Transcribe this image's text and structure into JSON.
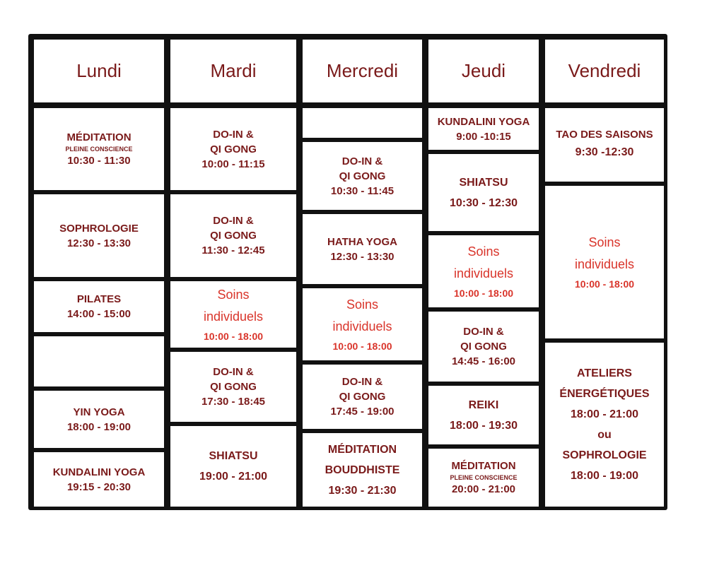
{
  "days": [
    "Lundi",
    "Mardi",
    "Mercredi",
    "Jeudi",
    "Vendredi"
  ],
  "colors": {
    "text": "#7a1a1a",
    "soins": "#d9342a",
    "border": "#111111"
  },
  "columns": [
    [
      {
        "lines": [
          {
            "t": "MÉDITATION",
            "s": "l"
          },
          {
            "t": "PLEINE CONSCIENCE",
            "s": "sub"
          },
          {
            "t": "10:30 - 11:30",
            "s": "l"
          }
        ]
      },
      {
        "lines": [
          {
            "t": "SOPHROLOGIE",
            "s": "l"
          },
          {
            "t": "12:30 - 13:30",
            "s": "l"
          }
        ]
      },
      {
        "lines": [
          {
            "t": "PILATES",
            "s": "l"
          },
          {
            "t": "14:00 - 15:00",
            "s": "l"
          }
        ]
      },
      {
        "lines": []
      },
      {
        "lines": [
          {
            "t": "YIN YOGA",
            "s": "l"
          },
          {
            "t": "18:00 - 19:00",
            "s": "l"
          }
        ]
      },
      {
        "lines": [
          {
            "t": "KUNDALINI  YOGA",
            "s": "l"
          },
          {
            "t": "19:15 - 20:30",
            "s": "l"
          }
        ]
      }
    ],
    [
      {
        "lines": [
          {
            "t": "DO-IN &",
            "s": "l"
          },
          {
            "t": "QI GONG",
            "s": "l"
          },
          {
            "t": "10:00 - 11:15",
            "s": "l"
          }
        ]
      },
      {
        "lines": [
          {
            "t": "DO-IN &",
            "s": "l"
          },
          {
            "t": "QI GONG",
            "s": "l"
          },
          {
            "t": "11:30 - 12:45",
            "s": "l"
          }
        ]
      },
      {
        "lines": [
          {
            "t": "Soins",
            "s": "red"
          },
          {
            "t": "individuels",
            "s": "red"
          },
          {
            "t": "10:00 - 18:00",
            "s": "redt"
          }
        ]
      },
      {
        "lines": [
          {
            "t": "DO-IN &",
            "s": "l"
          },
          {
            "t": "QI GONG",
            "s": "l"
          },
          {
            "t": "17:30 - 18:45",
            "s": "l"
          }
        ]
      },
      {
        "lines": [
          {
            "t": "SHIATSU",
            "s": "big"
          },
          {
            "t": "19:00 - 21:00",
            "s": "big"
          }
        ]
      }
    ],
    [
      {
        "lines": []
      },
      {
        "lines": [
          {
            "t": "DO-IN &",
            "s": "l"
          },
          {
            "t": "QI GONG",
            "s": "l"
          },
          {
            "t": "10:30 - 11:45",
            "s": "l"
          }
        ]
      },
      {
        "lines": [
          {
            "t": "HATHA YOGA",
            "s": "l"
          },
          {
            "t": "12:30 - 13:30",
            "s": "l"
          }
        ]
      },
      {
        "lines": [
          {
            "t": "Soins",
            "s": "red"
          },
          {
            "t": "individuels",
            "s": "red"
          },
          {
            "t": "10:00 - 18:00",
            "s": "redt"
          }
        ]
      },
      {
        "lines": [
          {
            "t": "DO-IN &",
            "s": "l"
          },
          {
            "t": "QI GONG",
            "s": "l"
          },
          {
            "t": "17:45 - 19:00",
            "s": "l"
          }
        ]
      },
      {
        "lines": [
          {
            "t": "MÉDITATION",
            "s": "big"
          },
          {
            "t": "BOUDDHISTE",
            "s": "big"
          },
          {
            "t": "19:30 - 21:30",
            "s": "big"
          }
        ]
      }
    ],
    [
      {
        "lines": [
          {
            "t": "KUNDALINI YOGA",
            "s": "l"
          },
          {
            "t": "9:00 -10:15",
            "s": "l"
          }
        ]
      },
      {
        "lines": [
          {
            "t": "SHIATSU",
            "s": "big"
          },
          {
            "t": "10:30 - 12:30",
            "s": "big"
          }
        ]
      },
      {
        "lines": [
          {
            "t": "Soins",
            "s": "red"
          },
          {
            "t": "individuels",
            "s": "red"
          },
          {
            "t": "10:00 - 18:00",
            "s": "redt"
          }
        ]
      },
      {
        "lines": [
          {
            "t": "DO-IN &",
            "s": "l"
          },
          {
            "t": "QI GONG",
            "s": "l"
          },
          {
            "t": "14:45 - 16:00",
            "s": "l"
          }
        ]
      },
      {
        "lines": [
          {
            "t": "REIKI",
            "s": "big"
          },
          {
            "t": "18:00 - 19:30",
            "s": "big"
          }
        ]
      },
      {
        "lines": [
          {
            "t": "MÉDITATION",
            "s": "l"
          },
          {
            "t": "PLEINE CONSCIENCE",
            "s": "sub"
          },
          {
            "t": "20:00 - 21:00",
            "s": "l"
          }
        ]
      }
    ],
    [
      {
        "lines": [
          {
            "t": "TAO DES SAISONS",
            "s": "l"
          },
          {
            "t": "9:30 -12:30",
            "s": "big"
          }
        ]
      },
      {
        "lines": [
          {
            "t": "Soins",
            "s": "red"
          },
          {
            "t": "individuels",
            "s": "red"
          },
          {
            "t": "10:00 - 18:00",
            "s": "redt"
          }
        ]
      },
      {
        "lines": [
          {
            "t": "ATELIERS",
            "s": "big"
          },
          {
            "t": "ÉNERGÉTIQUES",
            "s": "big"
          },
          {
            "t": "18:00 - 21:00",
            "s": "big"
          },
          {
            "t": "ou",
            "s": "big"
          },
          {
            "t": "SOPHROLOGIE",
            "s": "big"
          },
          {
            "t": "18:00 - 19:00",
            "s": "big"
          }
        ]
      }
    ]
  ]
}
